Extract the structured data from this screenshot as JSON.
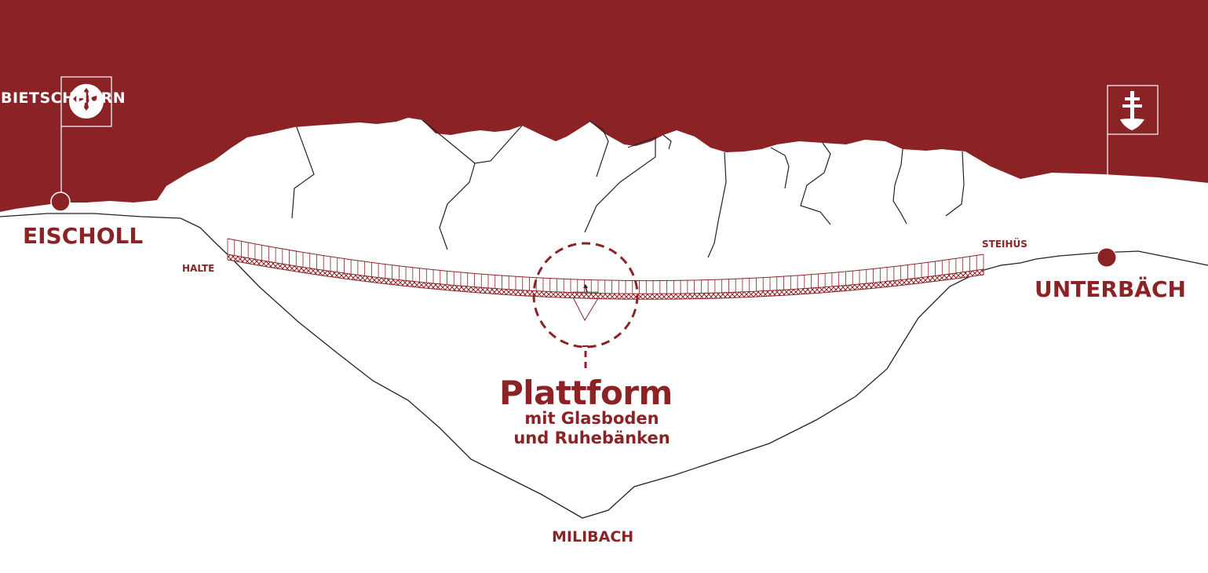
{
  "colors": {
    "accent": "#8b2326",
    "background": "#ffffff",
    "outline": "#222222"
  },
  "labels": {
    "peak": "BIETSCHHORN",
    "left_village": "EISCHOLL",
    "right_village": "UNTERBÄCH",
    "left_stop": "HALTE",
    "right_stop": "STEIHÜS",
    "river": "MILIBACH",
    "platform_title": "Plattform",
    "platform_sub1": "mit Glasboden",
    "platform_sub2": "und Ruhebänken"
  },
  "icons": {
    "left_flag": "cross-pattee-coat-of-arms-icon",
    "right_flag": "patriarchal-cross-coat-of-arms-icon"
  }
}
